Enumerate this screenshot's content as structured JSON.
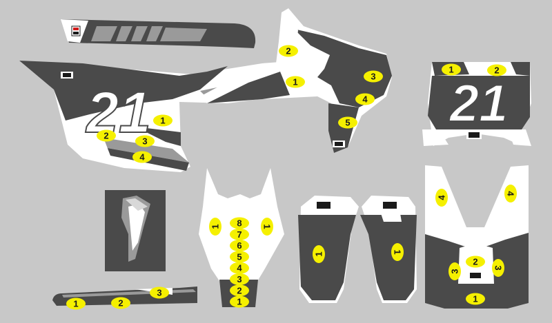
{
  "race_number": "21",
  "colors": {
    "background": "#c8c8c8",
    "dark_grey": "#4a4a4a",
    "mid_grey": "#9a9a9a",
    "white": "#ffffff",
    "marker_yellow": "#f5f000",
    "marker_text": "#1a1a1a",
    "logo_red": "#d01a1a"
  },
  "markers": {
    "rear_fender_left": [
      "1",
      "2",
      "3",
      "4"
    ],
    "radiator_shroud": [
      "1",
      "2",
      "3",
      "4",
      "5"
    ],
    "front_plate": [
      "1",
      "2"
    ],
    "swingarm": [
      "1",
      "2",
      "3"
    ],
    "rear_fender_center": [
      "8",
      "7",
      "6",
      "5",
      "4",
      "3",
      "2",
      "1"
    ],
    "rear_fender_center_side": [
      "1",
      "1"
    ],
    "fork_guard_left": [
      "1"
    ],
    "fork_guard_right": [
      "1"
    ],
    "front_fender": [
      "4",
      "4",
      "2",
      "3",
      "3",
      "1"
    ]
  }
}
